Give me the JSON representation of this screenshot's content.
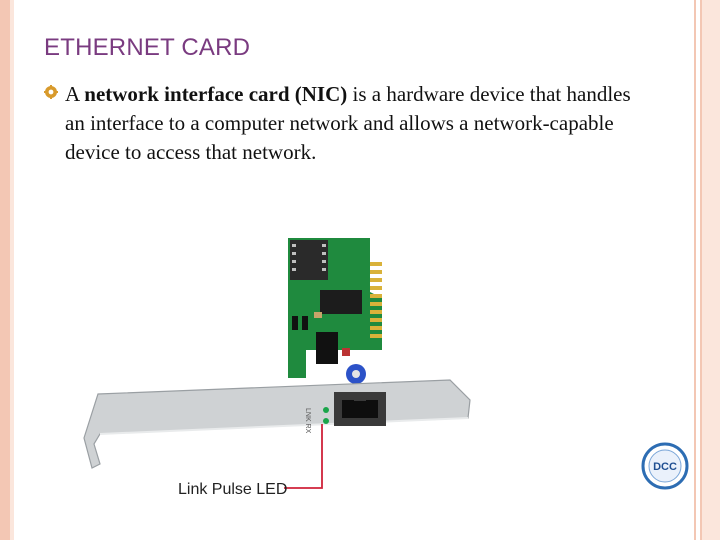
{
  "slide": {
    "title": "ETHERNET CARD",
    "bullet": {
      "lead": "A ",
      "term": "network interface card (NIC)",
      "rest": " is a hardware device that handles an interface to a computer network and allows a network-capable device to access that network."
    }
  },
  "figure": {
    "callout_label": "Link Pulse LED",
    "bracket_marks": "LNK  RX"
  },
  "logo": {
    "text": "DCC"
  },
  "colors": {
    "title": "#7a3b80",
    "border": "#f3c7b4",
    "bullet": "#d89a2c",
    "pcb": "#1f8a3e",
    "callout": "#d0233a"
  }
}
